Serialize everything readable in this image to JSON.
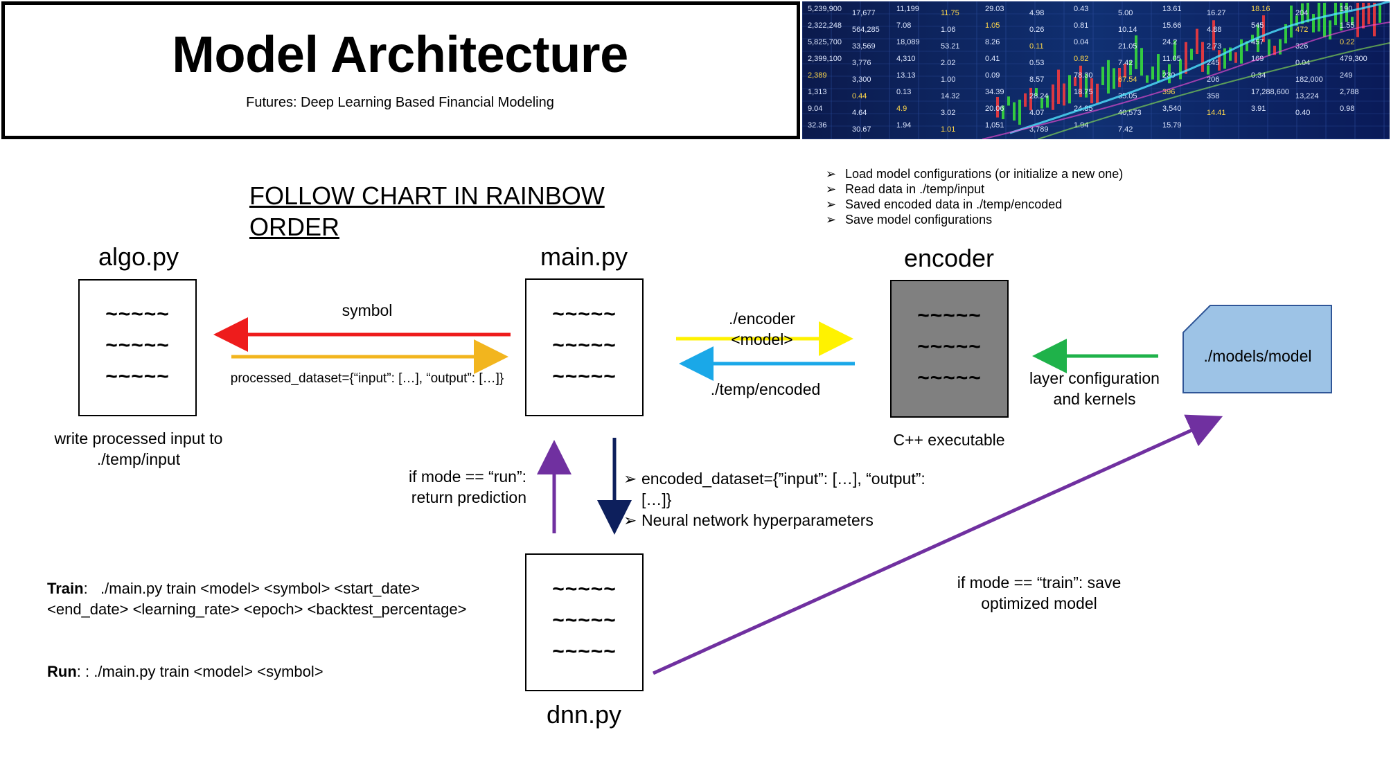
{
  "header": {
    "title": "Model Architecture",
    "subtitle": "Futures: Deep Learning Based Financial Modeling"
  },
  "ticker_numbers": [
    "5,239,900",
    "17,677",
    "11,199",
    "11.75",
    "29.03",
    "4.98",
    "0.43",
    "5.00",
    "13.61",
    "16.27",
    "18.16",
    "204",
    "190",
    "2,322,248",
    "564,285",
    "7.08",
    "1.06",
    "1.05",
    "0.26",
    "0.81",
    "10.14",
    "15.66",
    "4.88",
    "545",
    "472",
    "1.55",
    "5,825,700",
    "33,569",
    "18,089",
    "53.21",
    "8.26",
    "0.11",
    "0.04",
    "21.05",
    "24.2",
    "2.73",
    "457",
    "326",
    "0.22",
    "2,399,100",
    "3,776",
    "4,310",
    "2.02",
    "0.41",
    "0.53",
    "0.82",
    "7.42",
    "11.05",
    "245",
    "169",
    "0.04",
    "479,300",
    "2,389",
    "3,300",
    "13.13",
    "1.00",
    "0.09",
    "8.57",
    "78.30",
    "67.54",
    "230",
    "206",
    "0.34",
    "182,000",
    "249",
    "1,313",
    "0.44",
    "0.13",
    "14.32",
    "34.39",
    "28.24",
    "18.75",
    "35.05",
    "396",
    "358",
    "17,288,600",
    "13,224",
    "2,788",
    "9.04",
    "4.64",
    "4.9",
    "3.02",
    "20.06",
    "4.07",
    "24.85",
    "40,573",
    "3,540",
    "14.41",
    "3.91",
    "0.40",
    "0.98",
    "32.36",
    "30.67",
    "1.94",
    "1.01",
    "1,051",
    "3,789",
    "1.94",
    "7.42",
    "15.79"
  ],
  "follow_note": "FOLLOW CHART IN RAINBOW ORDER",
  "algo": {
    "label": "algo.py",
    "lines": [
      "~~~~~",
      "~~~~~",
      "~~~~~"
    ],
    "caption": "write processed input to ./temp/input"
  },
  "main": {
    "label": "main.py",
    "lines": [
      "~~~~~",
      "~~~~~",
      "~~~~~"
    ]
  },
  "encoder": {
    "label": "encoder",
    "lines": [
      "~~~~~",
      "~~~~~",
      "~~~~~"
    ],
    "caption": "C++ executable",
    "notes": [
      "Load model configurations (or initialize a new one)",
      "Read data in ./temp/input",
      "Saved encoded data in ./temp/encoded",
      "Save model configurations"
    ]
  },
  "dnn": {
    "label": "dnn.py",
    "lines": [
      "~~~~~",
      "~~~~~",
      "~~~~~"
    ]
  },
  "model_file": {
    "label": "./models/model"
  },
  "edges": {
    "symbol": "symbol",
    "processed_dataset": "processed_dataset={“input”: […], “output”: […]}",
    "encoder_cmd": "./encoder <model>",
    "temp_encoded": "./temp/encoded",
    "layer_config": "layer configuration and kernels",
    "run_return": "if mode == “run”: return prediction",
    "encoded_notes": [
      "encoded_dataset={”input”: […], “output”: […]}",
      "Neural network hyperparameters"
    ],
    "train_save": "if mode == “train”: save optimized model"
  },
  "usage": {
    "train_key": "Train",
    "train_cmd": "./main.py train <model> <symbol> <start_date> <end_date> <learning_rate> <epoch> <backtest_percentage>",
    "run_key": "Run",
    "run_cmd": ": ./main.py train <model> <symbol>"
  },
  "bullet_marker": "➢",
  "colors": {
    "red": "#ee1c1c",
    "orange": "#f2b51e",
    "yellow": "#fff200",
    "green": "#1fb24a",
    "blue": "#1aa8e8",
    "navy": "#0d1f5c",
    "purple": "#7030a0",
    "model_file_fill": "#9dc3e6",
    "encoder_fill": "#808080"
  }
}
